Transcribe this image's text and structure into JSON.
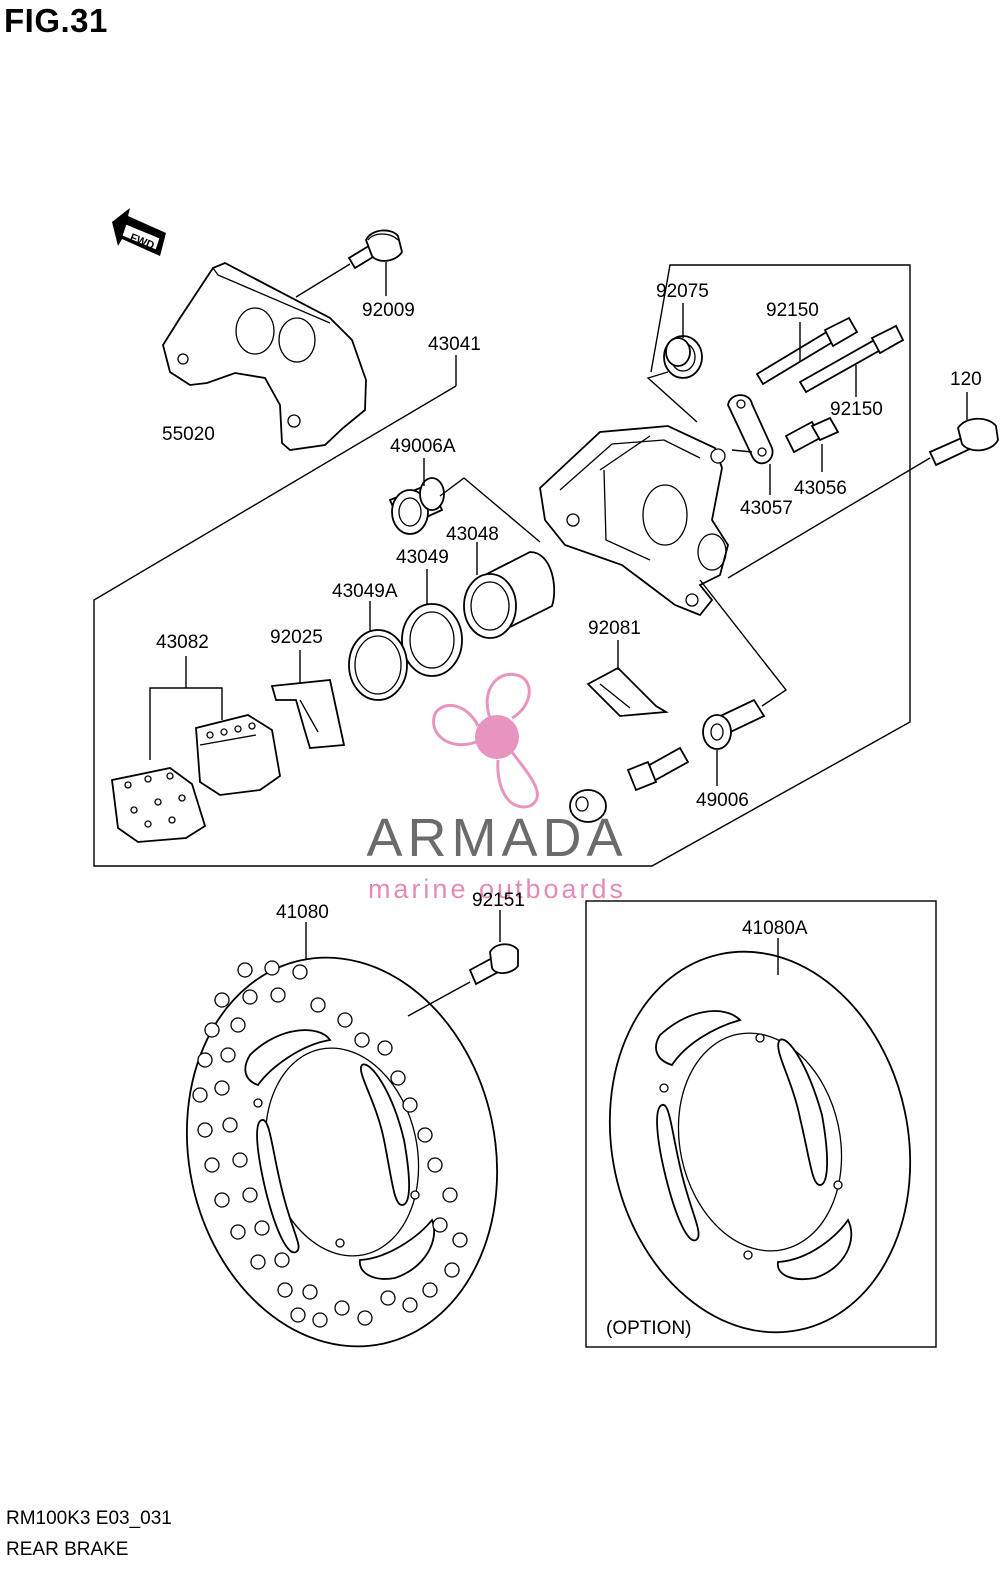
{
  "figure": {
    "title": "FIG.31",
    "model_code": "RM100K3 E03_031",
    "caption": "REAR BRAKE"
  },
  "direction_marker": {
    "text": "FWD",
    "icon": "fwd-arrow-icon"
  },
  "part_labels": {
    "p92009": "92009",
    "p55020": "55020",
    "p43041": "43041",
    "p92075": "92075",
    "p92150a": "92150",
    "p92150b": "92150",
    "p120": "120",
    "p49006A": "49006A",
    "p43048": "43048",
    "p43049": "43049",
    "p43049A": "43049A",
    "p43057": "43057",
    "p43056": "43056",
    "p43082": "43082",
    "p92025": "92025",
    "p92081": "92081",
    "p49006": "49006",
    "p41080": "41080",
    "p92151": "92151",
    "p41080A": "41080A"
  },
  "option_box": {
    "label": "(OPTION)"
  },
  "watermark": {
    "brand": "ARMADA",
    "tagline": "marine outboards",
    "brand_color": "#6b6b6b",
    "accent_color": "#e58ab8"
  }
}
